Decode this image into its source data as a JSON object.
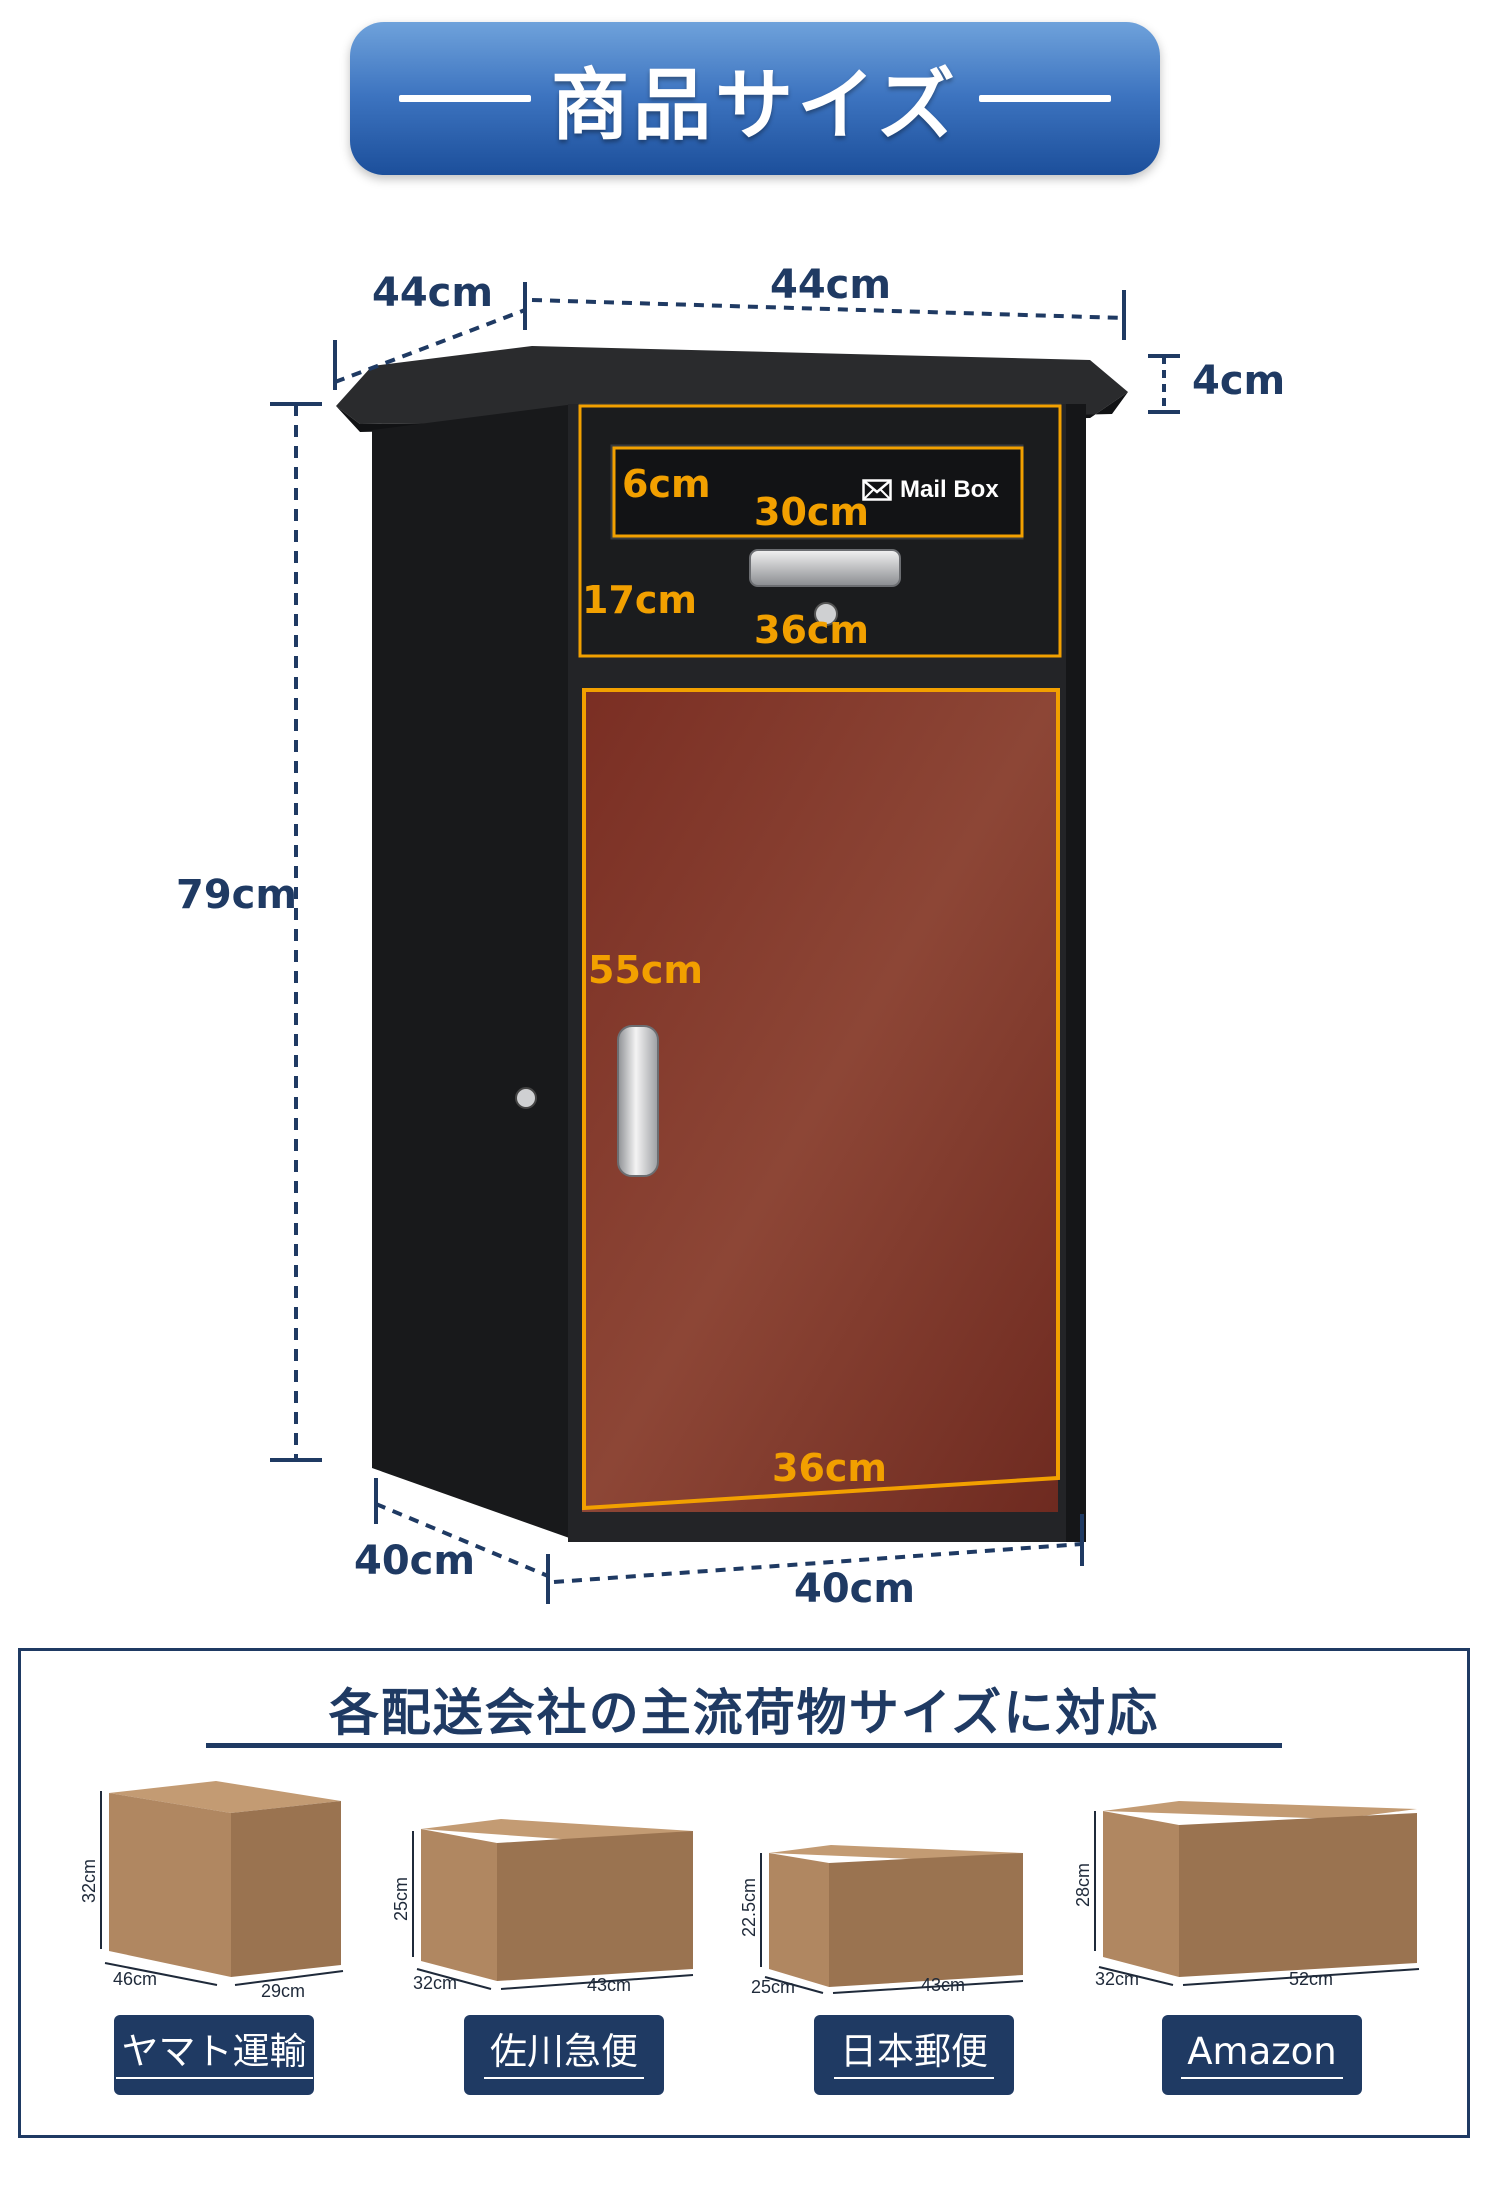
{
  "title": "商品サイズ",
  "mailbox": {
    "label": "Mail Box",
    "dims_outer": {
      "top_depth": "44cm",
      "top_width": "44cm",
      "roof_height": "4cm",
      "total_height": "79cm",
      "base_depth": "40cm",
      "base_width": "40cm"
    },
    "dims_inner": {
      "slot_height": "6cm",
      "slot_width": "30cm",
      "drawer_height": "17cm",
      "drawer_width": "36cm",
      "door_height": "55cm",
      "door_width": "36cm"
    }
  },
  "carriers_section": {
    "heading": "各配送会社の主流荷物サイズに対応",
    "carriers": [
      {
        "name": "ヤマト運輸",
        "height": "32cm",
        "depth": "46cm",
        "width": "29cm"
      },
      {
        "name": "佐川急便",
        "height": "25cm",
        "depth": "32cm",
        "width": "43cm"
      },
      {
        "name": "日本郵便",
        "height": "22.5cm",
        "depth": "25cm",
        "width": "43cm"
      },
      {
        "name": "Amazon",
        "height": "28cm",
        "depth": "32cm",
        "width": "52cm"
      }
    ]
  },
  "colors": {
    "navy": "#1f3a63",
    "orange_dimension": "#f2a000",
    "mailbox_body": "#1e1f21",
    "door": "#8b3d2e",
    "cardboard": "#b08761"
  }
}
